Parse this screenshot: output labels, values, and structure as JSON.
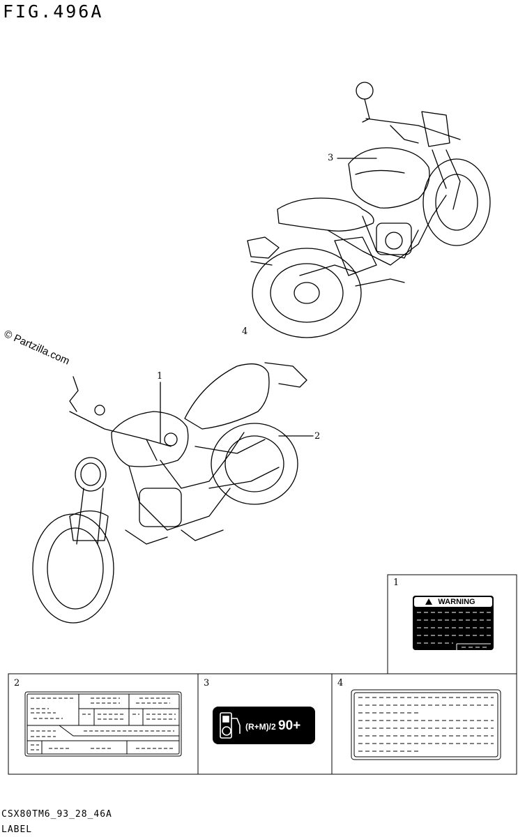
{
  "figure": {
    "title": "FIG.496A",
    "watermark": "© Partzilla.com",
    "code": "CSX80TM6_93_28_46A",
    "caption": "LABEL"
  },
  "callouts": [
    "1",
    "2",
    "3",
    "4"
  ],
  "panels": [
    {
      "number": "1",
      "label_heading": "WARNING",
      "icon": "warning-triangle-icon"
    },
    {
      "number": "2"
    },
    {
      "number": "3",
      "label_text": "(R+M)/2",
      "label_value": "90+",
      "icon": "fuel-pump-icon"
    },
    {
      "number": "4"
    }
  ]
}
